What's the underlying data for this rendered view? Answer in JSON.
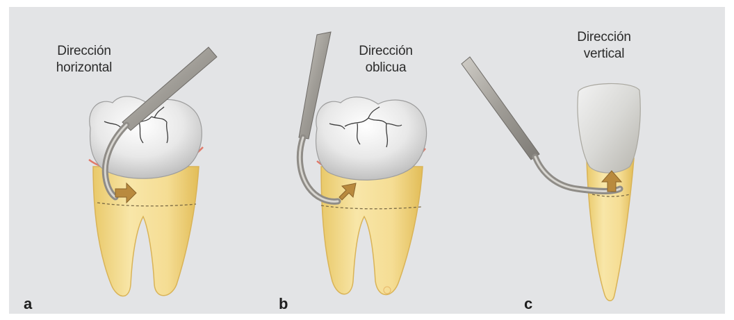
{
  "figure": {
    "panels": [
      {
        "letter": "a",
        "label_line1": "Dirección",
        "label_line2": "horizontal"
      },
      {
        "letter": "b",
        "label_line1": "Dirección",
        "label_line2": "oblicua"
      },
      {
        "letter": "c",
        "label_line1": "Dirección",
        "label_line2": "vertical"
      }
    ]
  },
  "colors": {
    "background": "#e3e4e6",
    "root": "#f3dd98",
    "crown": "#eaeaea",
    "gum_line": "#e07a6a",
    "instrument": "#a9a6a1",
    "arrow": "#b98a3e"
  }
}
